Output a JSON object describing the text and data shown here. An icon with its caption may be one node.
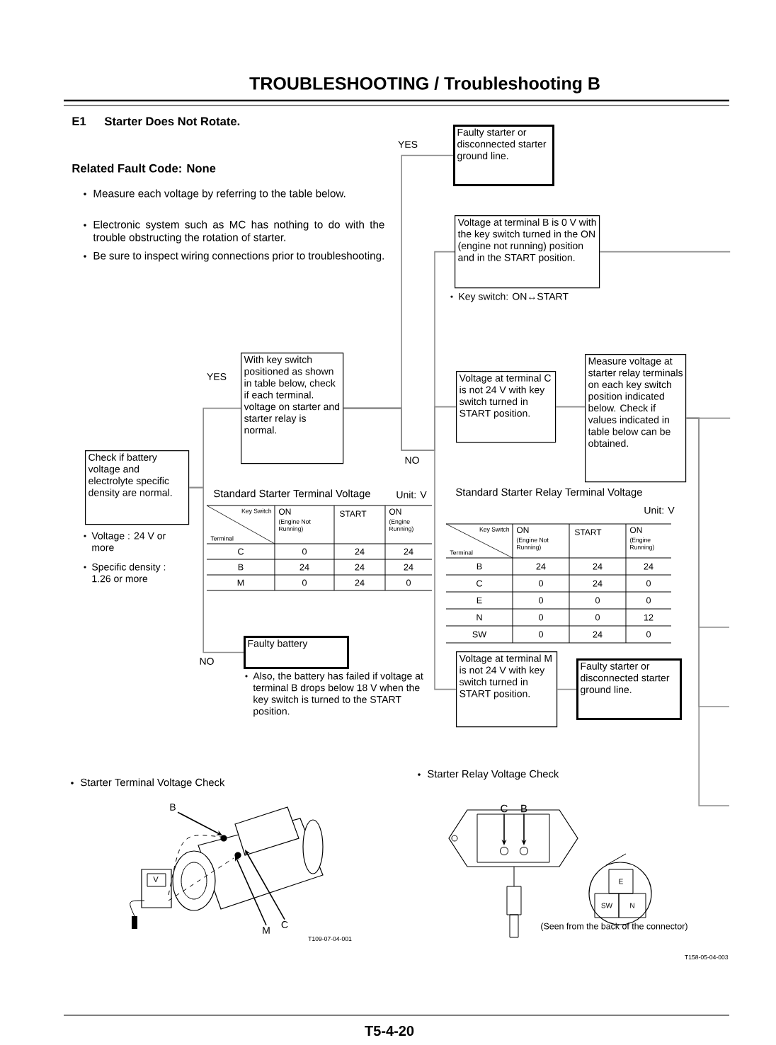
{
  "diagram": {
    "title": "TROUBLESHOOTING / Troubleshooting B",
    "nodes": [
      {
        "text": [
          "Check if battery voltage and electrolyte specific density are normal."
        ],
        "beside": [
          "Voltage : 24 V or more",
          "Specific density : 1.26 or more"
        ]
      },
      {
        "text": [
          "With key switch positioned as shown in table below, check if each terminal. voltage on starter and starter relay is normal."
        ]
      },
      {
        "text": [
          "Faulty battery"
        ],
        "beside": [
          "Also, the battery has failed if voltage at terminal B drops below 18 V when the key switch is turned to the START position."
        ]
      },
      {
        "text": [
          "Faulty starter or disconnected starter ground line."
        ]
      },
      {
        "text": [
          "Voltage at terminal B is 0 V with the key switch turned in the ON (engine not running) position and in the START position."
        ],
        "beside": [
          "Key switch: ON↔START"
        ]
      },
      {
        "text": [
          "Voltage at terminal C is not 24 V with key switch turned in START position."
        ]
      },
      {
        "text": [
          "Measure voltage at starter relay terminals on each key switch position indicated below. Check if values indicated in table below can be obtained."
        ]
      },
      {
        "text": [
          "Voltage at terminal M is not 24 V with key switch turned in START position."
        ]
      },
      {
        "text": [
          "Faulty starter or disconnected starter ground line."
        ]
      },
      {
        "text": [
          "B"
        ]
      },
      {
        "text": [
          "M"
        ]
      },
      {
        "text": [
          "C"
        ]
      },
      {
        "text": [
          "C"
        ]
      },
      {
        "text": [
          "B"
        ]
      }
    ],
    "edges": [
      {
        "from": 0,
        "to": 1,
        "arrow": "none",
        "label": "YES"
      },
      {
        "from": 0,
        "to": 2,
        "arrow": "none",
        "label": "NO"
      },
      {
        "from": 1,
        "to": 3,
        "arrow": "none",
        "label": "YES"
      },
      {
        "from": 1,
        "to": 4,
        "arrow": "none",
        "label": "NO"
      },
      {
        "from": 1,
        "to": 5,
        "arrow": "none"
      },
      {
        "from": 1,
        "to": 7,
        "arrow": "none"
      },
      {
        "from": 5,
        "to": 6,
        "arrow": "none"
      },
      {
        "from": 7,
        "to": 8,
        "arrow": "none"
      },
      {
        "from": 4,
        "to": null,
        "arrow": "none"
      },
      {
        "from": 6,
        "to": null,
        "arrow": "none"
      },
      {
        "from": 6,
        "to": null,
        "arrow": "none"
      },
      {
        "from": 6,
        "to": null,
        "arrow": "none"
      },
      {
        "from": 6,
        "to": null,
        "arrow": "none"
      },
      {
        "from": 9,
        "to": null,
        "arrow": "to",
        "color": "#000000"
      },
      {
        "from": 10,
        "to": null,
        "arrow": "to",
        "color": "#000000"
      },
      {
        "from": 11,
        "to": null,
        "arrow": "to",
        "color": "#000000"
      },
      {
        "from": 12,
        "to": null,
        "arrow": "to",
        "color": "#000000"
      },
      {
        "from": 13,
        "to": null,
        "arrow": "to",
        "color": "#000000"
      }
    ],
    "labels": [
      "E1",
      "Starter Does Not Rotate.",
      "Related Fault Code: None",
      "Measure each voltage by referring to the table below.",
      "Electronic system such as MC has nothing to do with the trouble obstructing the rotation of starter.",
      "Be sure to inspect wiring connections prior to troubleshooting.",
      "Standard Starter Terminal Voltage",
      "Unit: V",
      "Key Switch",
      "Terminal",
      "ON",
      "(Engine Not Running)",
      "START",
      "ON",
      "(Engine Running)",
      "C",
      "0",
      "24",
      "24",
      "B",
      "24",
      "24",
      "24",
      "M",
      "0",
      "24",
      "0",
      "Standard Starter Relay Terminal Voltage",
      "Unit: V",
      "Key Switch",
      "Terminal",
      "ON",
      "(Engine Not Running)",
      "START",
      "ON",
      "(Engine Running)",
      "B",
      "24",
      "24",
      "24",
      "C",
      "0",
      "24",
      "0",
      "E",
      "0",
      "0",
      "0",
      "N",
      "0",
      "0",
      "12",
      "SW",
      "0",
      "24",
      "0",
      "Starter Terminal Voltage Check",
      "V",
      "T109-07-04-001",
      "Starter Relay Voltage Check",
      "E",
      "SW",
      "N",
      "(Seen from the back of the connector)",
      "T158-05-04-003",
      "T5-4-20"
    ]
  }
}
